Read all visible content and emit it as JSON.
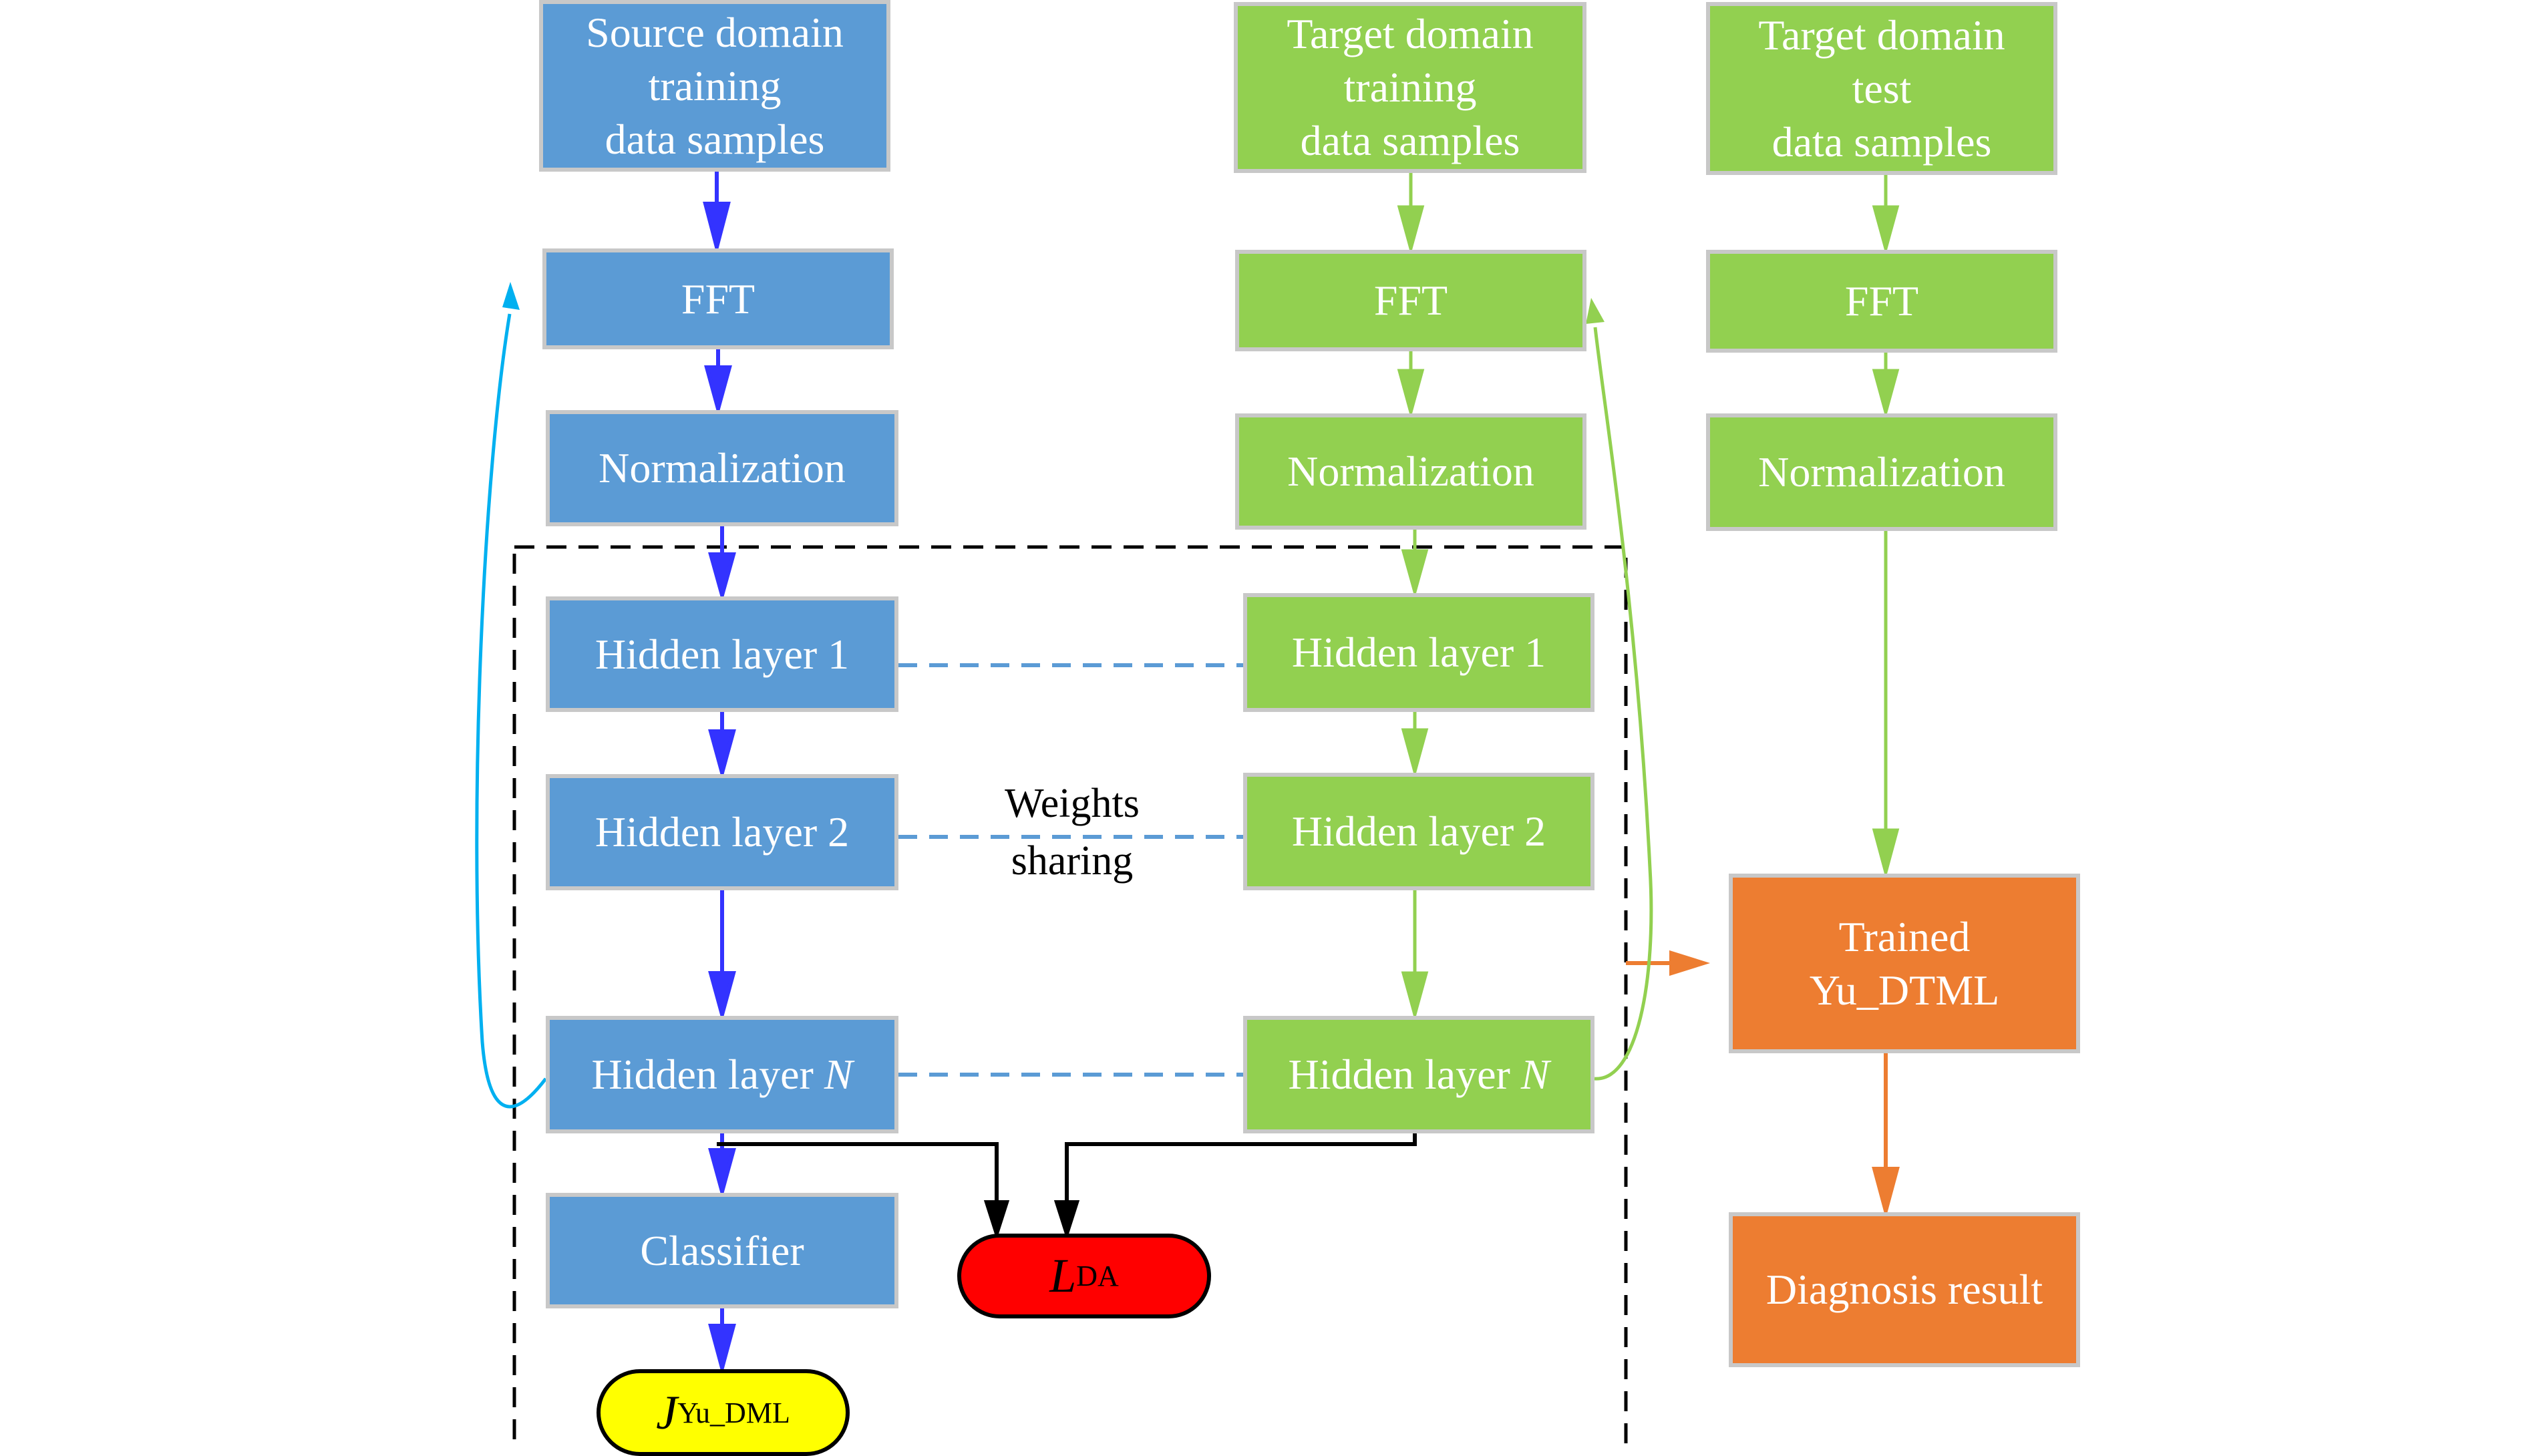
{
  "colors": {
    "source": "#5b9bd5",
    "target": "#92d050",
    "output": "#ed7d31",
    "loss_j": "#ffff00",
    "loss_l": "#ff0000",
    "source_arrow": "#3333ff",
    "feedback_arrow": "#00b0f0",
    "share_line": "#5b9bd5"
  },
  "source": {
    "samples": "Source domain\ntraining\ndata samples",
    "fft": "FFT",
    "norm": "Normalization",
    "hl1": "Hidden layer 1",
    "hl2": "Hidden layer 2",
    "hln_prefix": "Hidden layer ",
    "hln_var": "N",
    "classifier": "Classifier"
  },
  "target_train": {
    "samples": "Target domain\ntraining\ndata samples",
    "fft": "FFT",
    "norm": "Normalization",
    "hl1": "Hidden layer 1",
    "hl2": "Hidden layer 2",
    "hln_prefix": "Hidden layer ",
    "hln_var": "N"
  },
  "target_test": {
    "samples": "Target domain\ntest\ndata samples",
    "fft": "FFT",
    "norm": "Normalization",
    "trained": "Trained\nYu_DTML",
    "result": "Diagnosis result"
  },
  "losses": {
    "j_main": "J",
    "j_sub": "Yu_DML",
    "l_main": "L",
    "l_sub": "DA"
  },
  "weights_sharing": "Weights\nsharing"
}
